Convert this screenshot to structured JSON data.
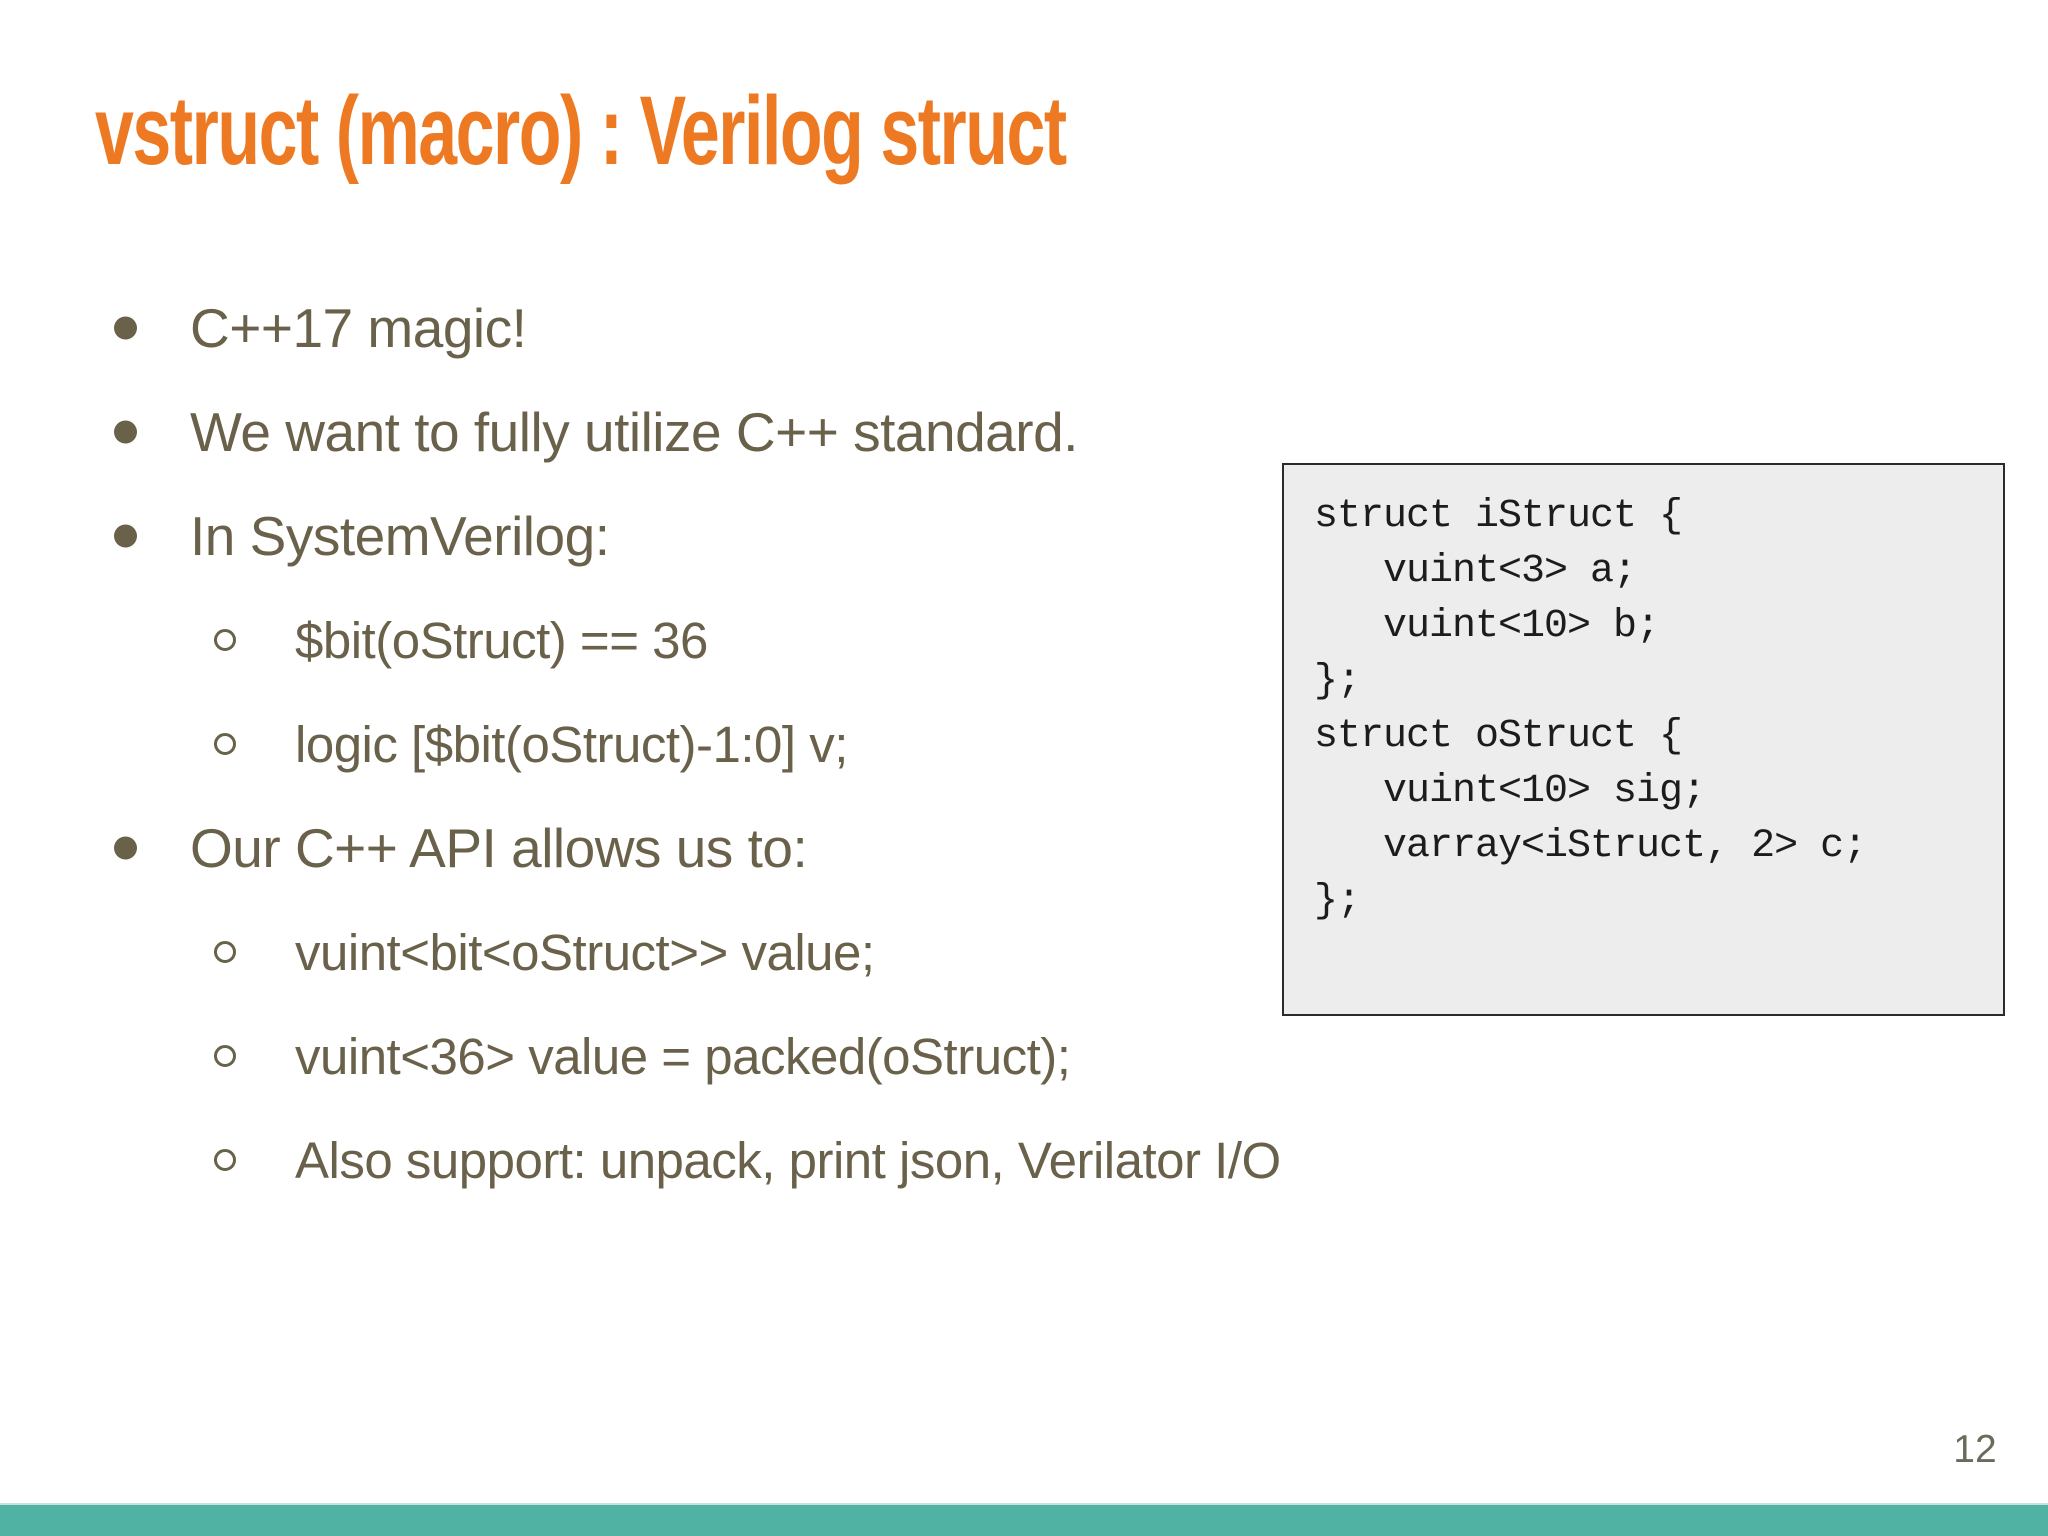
{
  "slide": {
    "title": "vstruct (macro) : Verilog struct",
    "bullets": [
      {
        "level": 1,
        "text": "C++17 magic!"
      },
      {
        "level": 1,
        "text": "We want to fully utilize C++ standard."
      },
      {
        "level": 1,
        "text": "In SystemVerilog:"
      },
      {
        "level": 2,
        "text": "$bit(oStruct) == 36"
      },
      {
        "level": 2,
        "text": "logic [$bit(oStruct)-1:0] v;"
      },
      {
        "level": 1,
        "text": "Our C++ API allows us to:"
      },
      {
        "level": 2,
        "text": "vuint<bit<oStruct>> value;"
      },
      {
        "level": 2,
        "text": "vuint<36> value = packed(oStruct);"
      },
      {
        "level": 2,
        "text": "Also support: unpack, print json, Verilator I/O"
      }
    ],
    "code_block": {
      "lines": [
        "struct iStruct {",
        "   vuint<3> a;",
        "   vuint<10> b;",
        "};",
        "",
        "struct oStruct {",
        "   vuint<10> sig;",
        "   varray<iStruct, 2> c;",
        "};"
      ]
    },
    "page_number": "12",
    "colors": {
      "title": "#ED7A23",
      "body_text": "#6A614B",
      "code_text": "#1C1C1C",
      "code_background": "#EDEDED",
      "code_border": "#2B2B2B",
      "footer_bar": "#4FB2A3",
      "page_number": "#6B6B5C"
    }
  }
}
